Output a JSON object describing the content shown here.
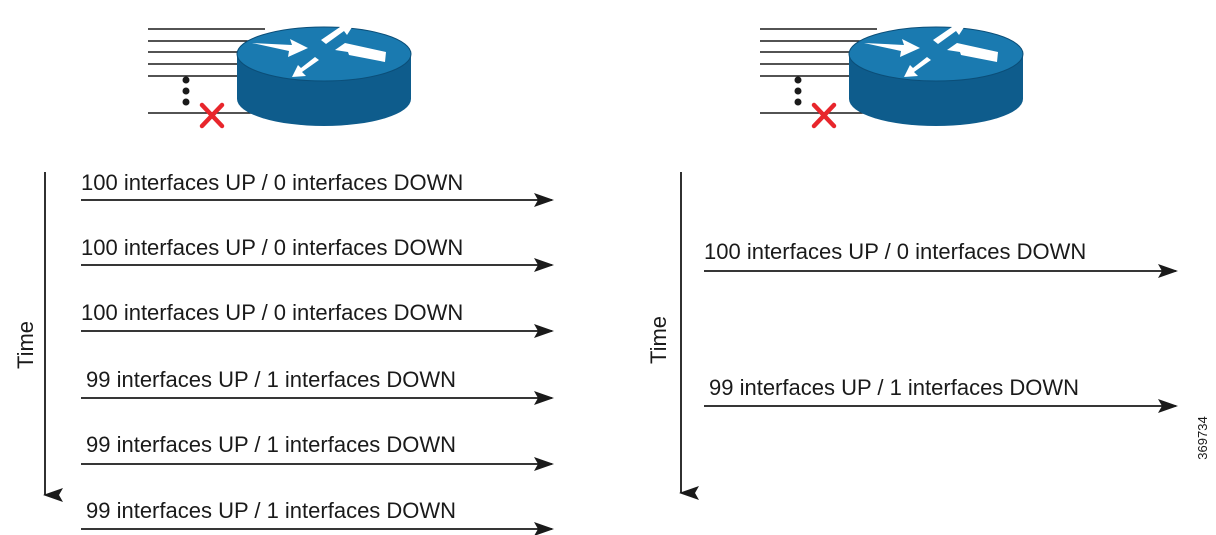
{
  "left_panel": {
    "axis_label": "Time",
    "messages": [
      "100 interfaces UP / 0 interfaces DOWN",
      "100 interfaces UP / 0 interfaces DOWN",
      "100 interfaces UP / 0 interfaces DOWN",
      "99 interfaces UP / 1 interfaces DOWN",
      "99 interfaces UP / 1 interfaces DOWN",
      "99 interfaces UP / 1 interfaces DOWN"
    ]
  },
  "right_panel": {
    "axis_label": "Time",
    "messages": [
      "100 interfaces UP / 0 interfaces DOWN",
      "99 interfaces UP / 1 interfaces DOWN"
    ]
  },
  "figure_id": "369734",
  "colors": {
    "router_top": "#1a7ab0",
    "router_side": "#0e5c8c",
    "failure_mark": "#e8262c",
    "line": "#1a1a1a"
  },
  "icons": [
    "router-icon",
    "interface-lines-icon",
    "ellipsis-icon",
    "failure-x-icon"
  ]
}
